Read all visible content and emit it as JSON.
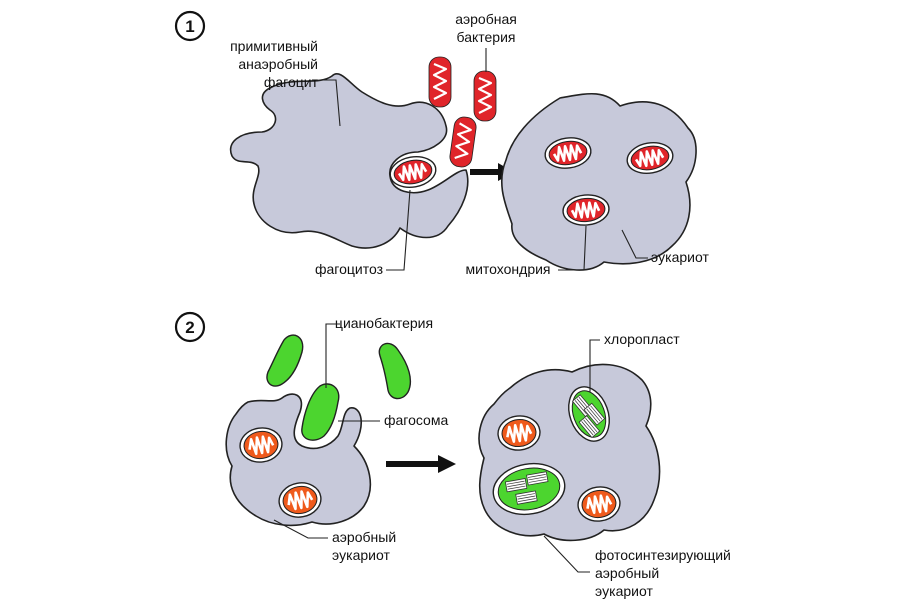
{
  "steps": {
    "one": "1",
    "two": "2"
  },
  "labels": {
    "phagocyte": [
      "примитивный",
      "анаэробный",
      "фагоцит"
    ],
    "aerobic_bacterium": [
      "аэробная",
      "бактерия"
    ],
    "phagocytosis": "фагоцитоз",
    "mitochondrion": "митохондрия",
    "eukaryote": "эукариот",
    "cyanobacterium": "цианобактерия",
    "chloroplast": "хлоропласт",
    "phagosome": "фагосома",
    "aerobic_eukaryote": [
      "аэробный",
      "эукариот"
    ],
    "photosynthetic_eukaryote": [
      "фотосинтезирующий",
      "аэробный",
      "эукариот"
    ]
  },
  "colors": {
    "cytoplasm": "#c7c9da",
    "bacterium_red": "#e0252a",
    "mito_orange": "#ef5a1c",
    "cyano_green": "#4cd52f",
    "outline": "#222222"
  }
}
